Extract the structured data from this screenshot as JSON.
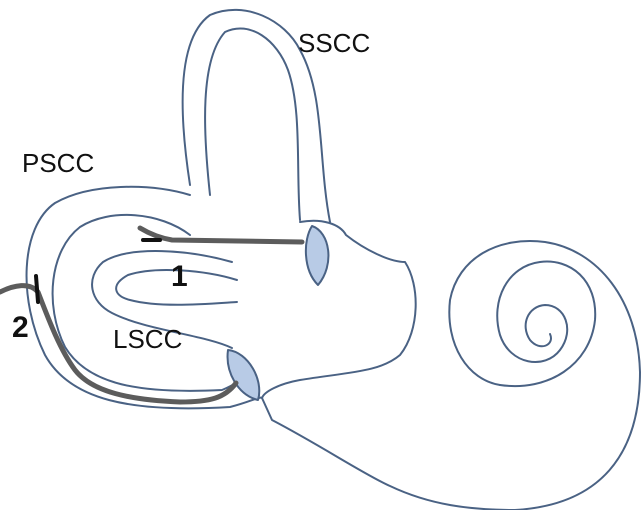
{
  "labels": {
    "sscc": "SSCC",
    "pscc": "PSCC",
    "lscc": "LSCC",
    "marker_1": "1",
    "marker_2": "2"
  },
  "colors": {
    "outline": "#4a6284",
    "ampulla_fill": "#b8cbe6",
    "electrode": "#5c5c5c",
    "text": "#111111"
  }
}
